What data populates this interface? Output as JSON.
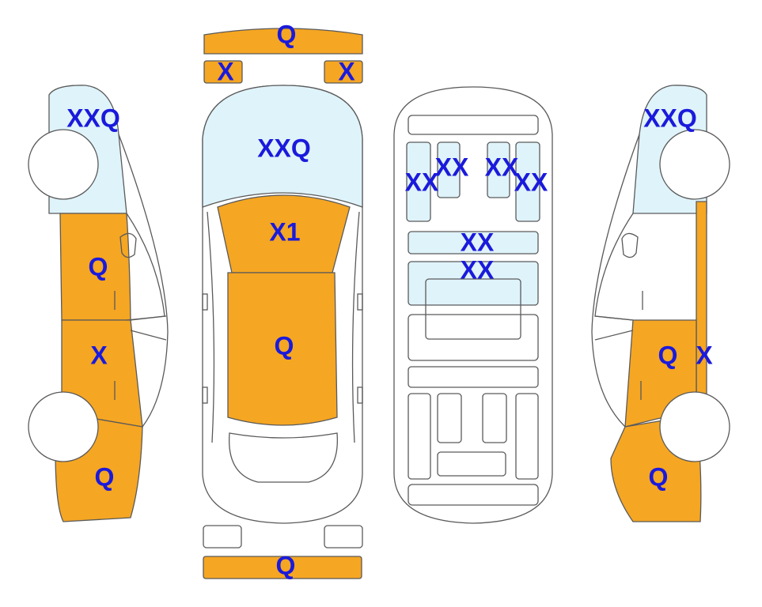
{
  "colors": {
    "damage": "#f5a623",
    "glass": "#dff3fa",
    "label": "#1a1adc",
    "outline": "#5a5a5a"
  },
  "labels": {
    "top_bumper": "Q",
    "top_mirror_left": "X",
    "top_mirror_right": "X",
    "windshield": "XXQ",
    "hood_front": "X1",
    "roof": "Q",
    "bottom_bumper": "Q",
    "left_quarter_glass": "XXQ",
    "left_front_door": "Q",
    "left_rear_door": "X",
    "left_rear_fender": "Q",
    "interior_seat_1": "XX",
    "interior_seat_2": "XX",
    "interior_seat_3": "XX",
    "interior_seat_4": "XX",
    "interior_bench_1": "XX",
    "interior_bench_2": "XX",
    "right_quarter_glass": "XXQ",
    "right_door": "Q",
    "right_pillar": "X",
    "right_rear_fender": "Q"
  }
}
